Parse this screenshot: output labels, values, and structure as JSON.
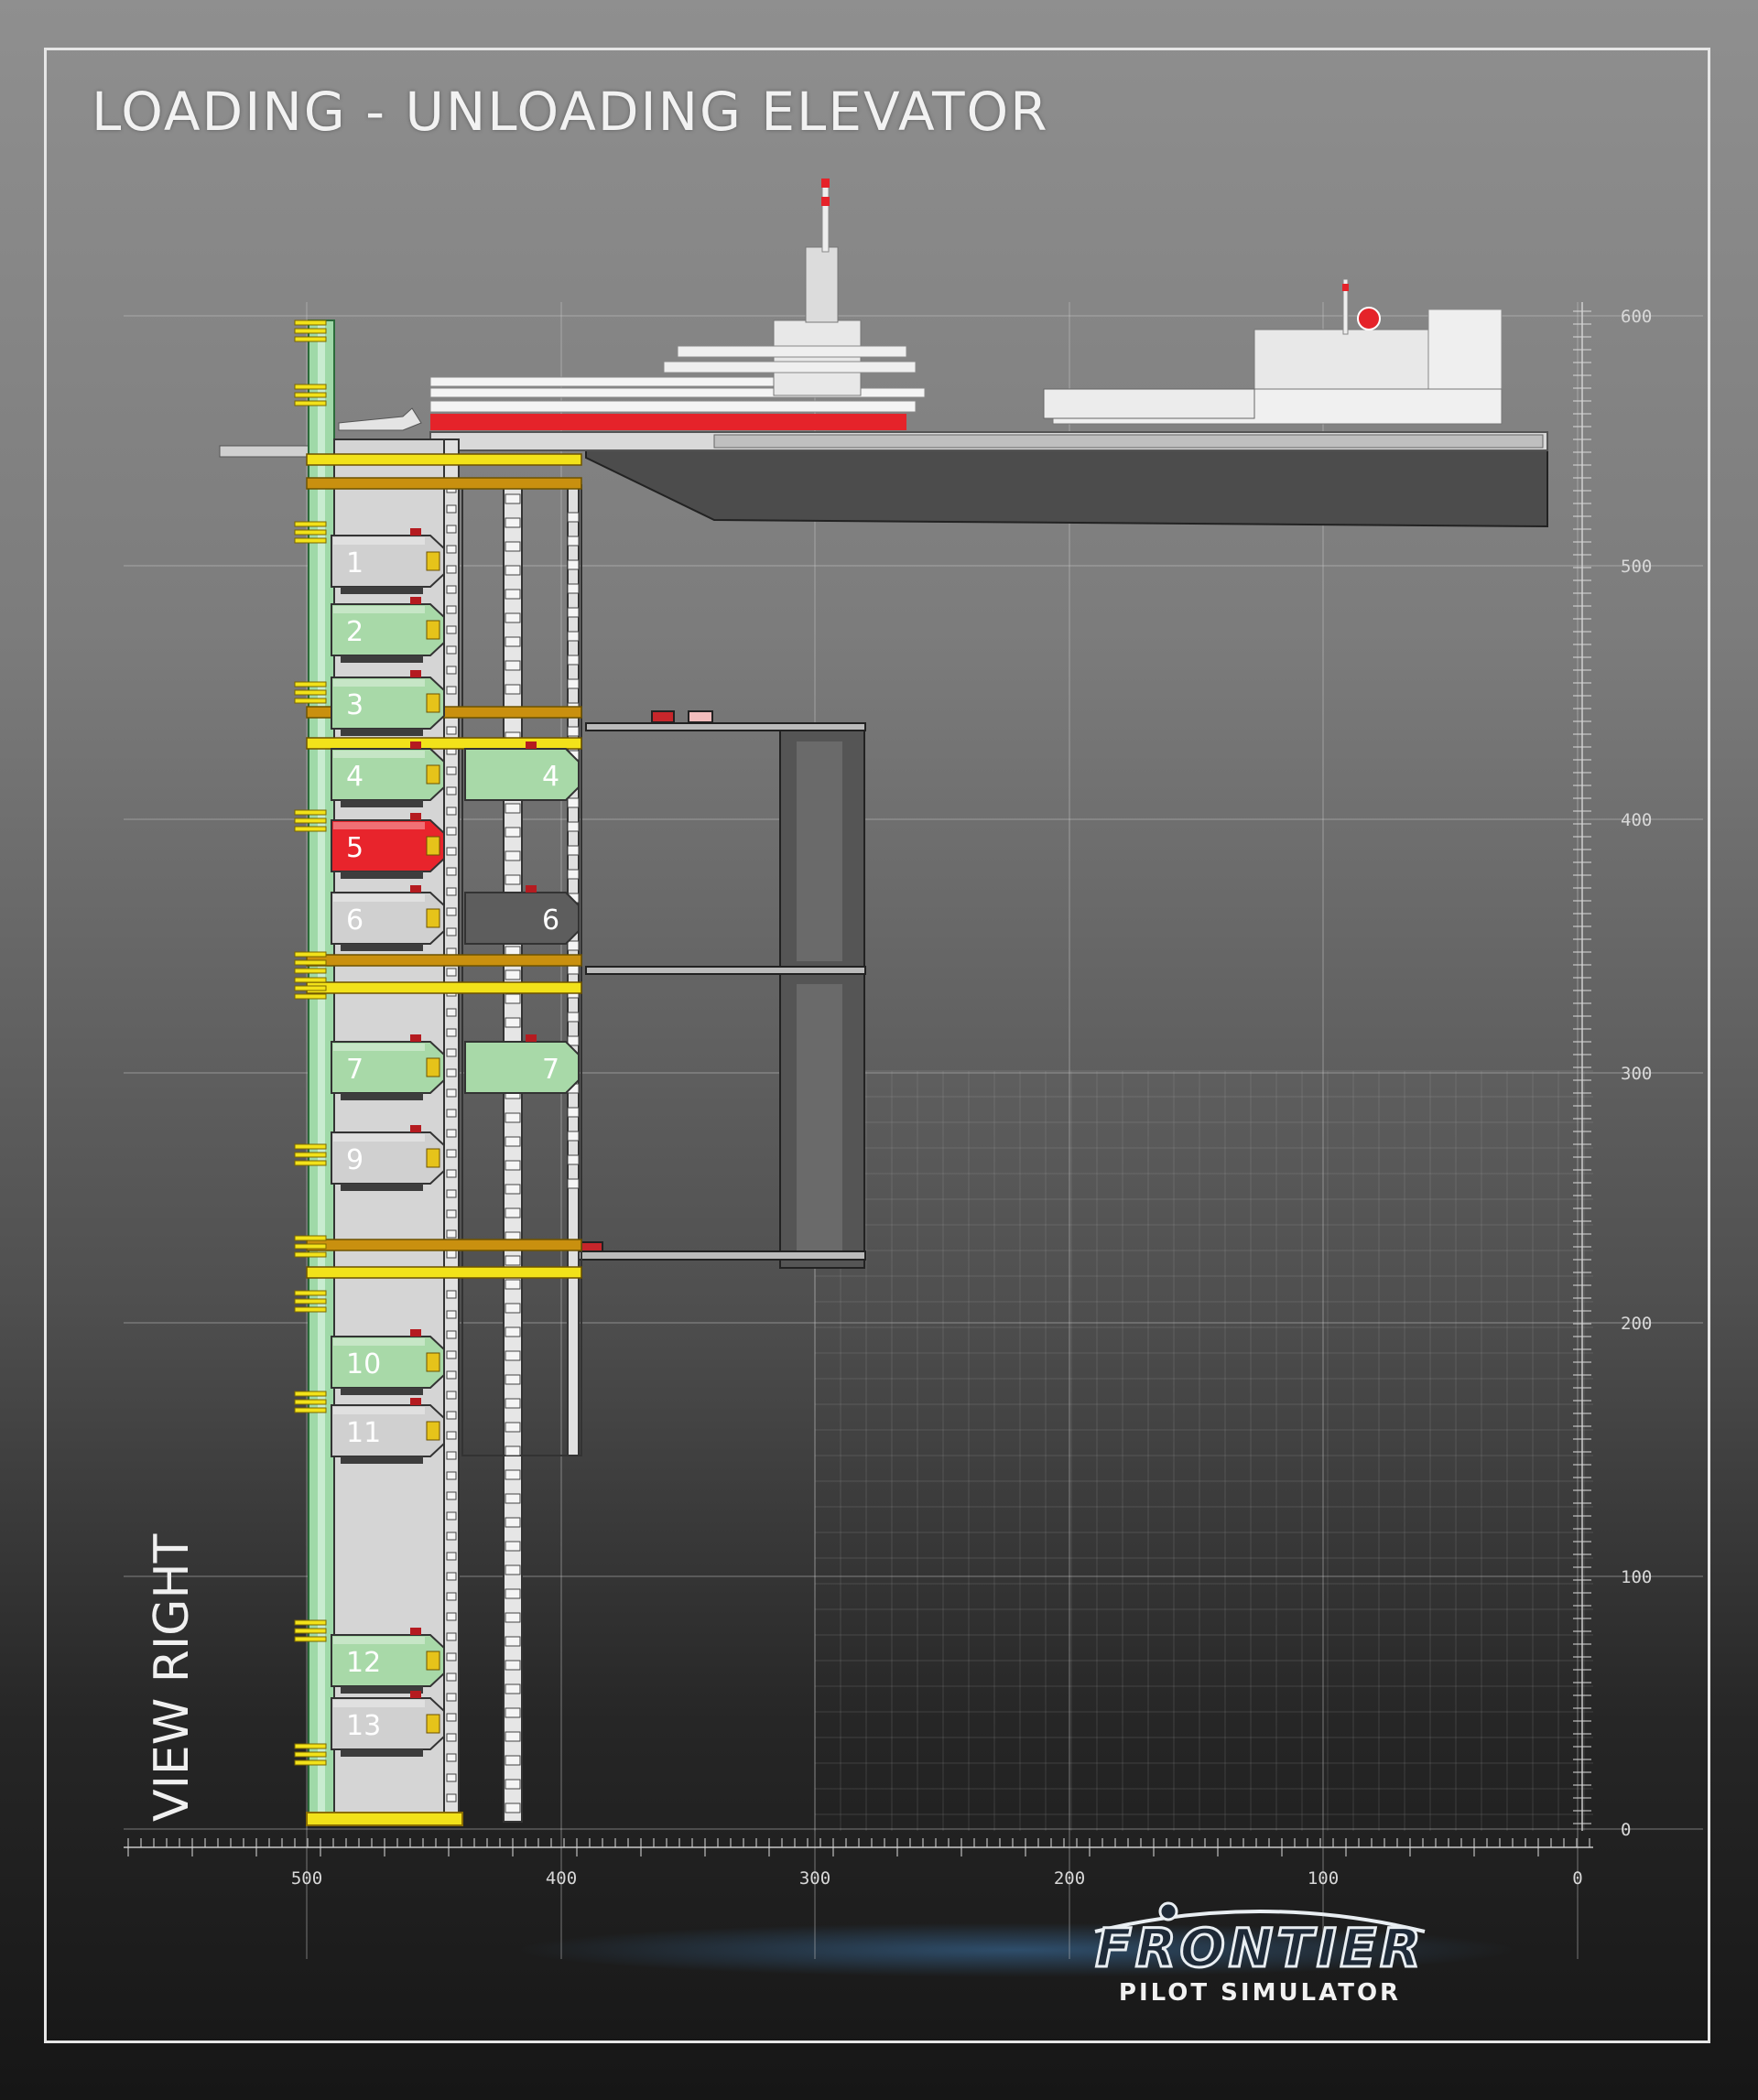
{
  "title": "LOADING - UNLOADING ELEVATOR",
  "view_label": "VIEW RIGHT",
  "axes": {
    "x_ticks": [
      "500",
      "400",
      "300",
      "200",
      "100",
      "0"
    ],
    "y_ticks": [
      "600",
      "500",
      "400",
      "300",
      "200",
      "100",
      "0"
    ]
  },
  "bays": [
    {
      "label": "1",
      "status": "grey"
    },
    {
      "label": "2",
      "status": "green"
    },
    {
      "label": "3",
      "status": "green"
    },
    {
      "label": "4",
      "status": "green"
    },
    {
      "label": "5",
      "status": "red"
    },
    {
      "label": "6",
      "status": "grey"
    },
    {
      "label": "7",
      "status": "green"
    },
    {
      "label": "9",
      "status": "grey"
    },
    {
      "label": "10",
      "status": "green"
    },
    {
      "label": "11",
      "status": "grey"
    },
    {
      "label": "12",
      "status": "green"
    },
    {
      "label": "13",
      "status": "grey"
    }
  ],
  "outer_bays": [
    {
      "label": "4",
      "status": "green"
    },
    {
      "label": "6",
      "status": "dark"
    },
    {
      "label": "7",
      "status": "green"
    }
  ],
  "logo": {
    "main": "FRONTIER",
    "sub": "PILOT SIMULATOR"
  },
  "colors": {
    "accent_yellow": "#f2e21a",
    "beam_orange": "#c9900f",
    "bay_green": "#a8d9a8",
    "bay_red": "#e8242c",
    "bay_grey": "#cfcfcf",
    "tower_green": "#9fd9a8",
    "frame": "#e6e6e6"
  }
}
